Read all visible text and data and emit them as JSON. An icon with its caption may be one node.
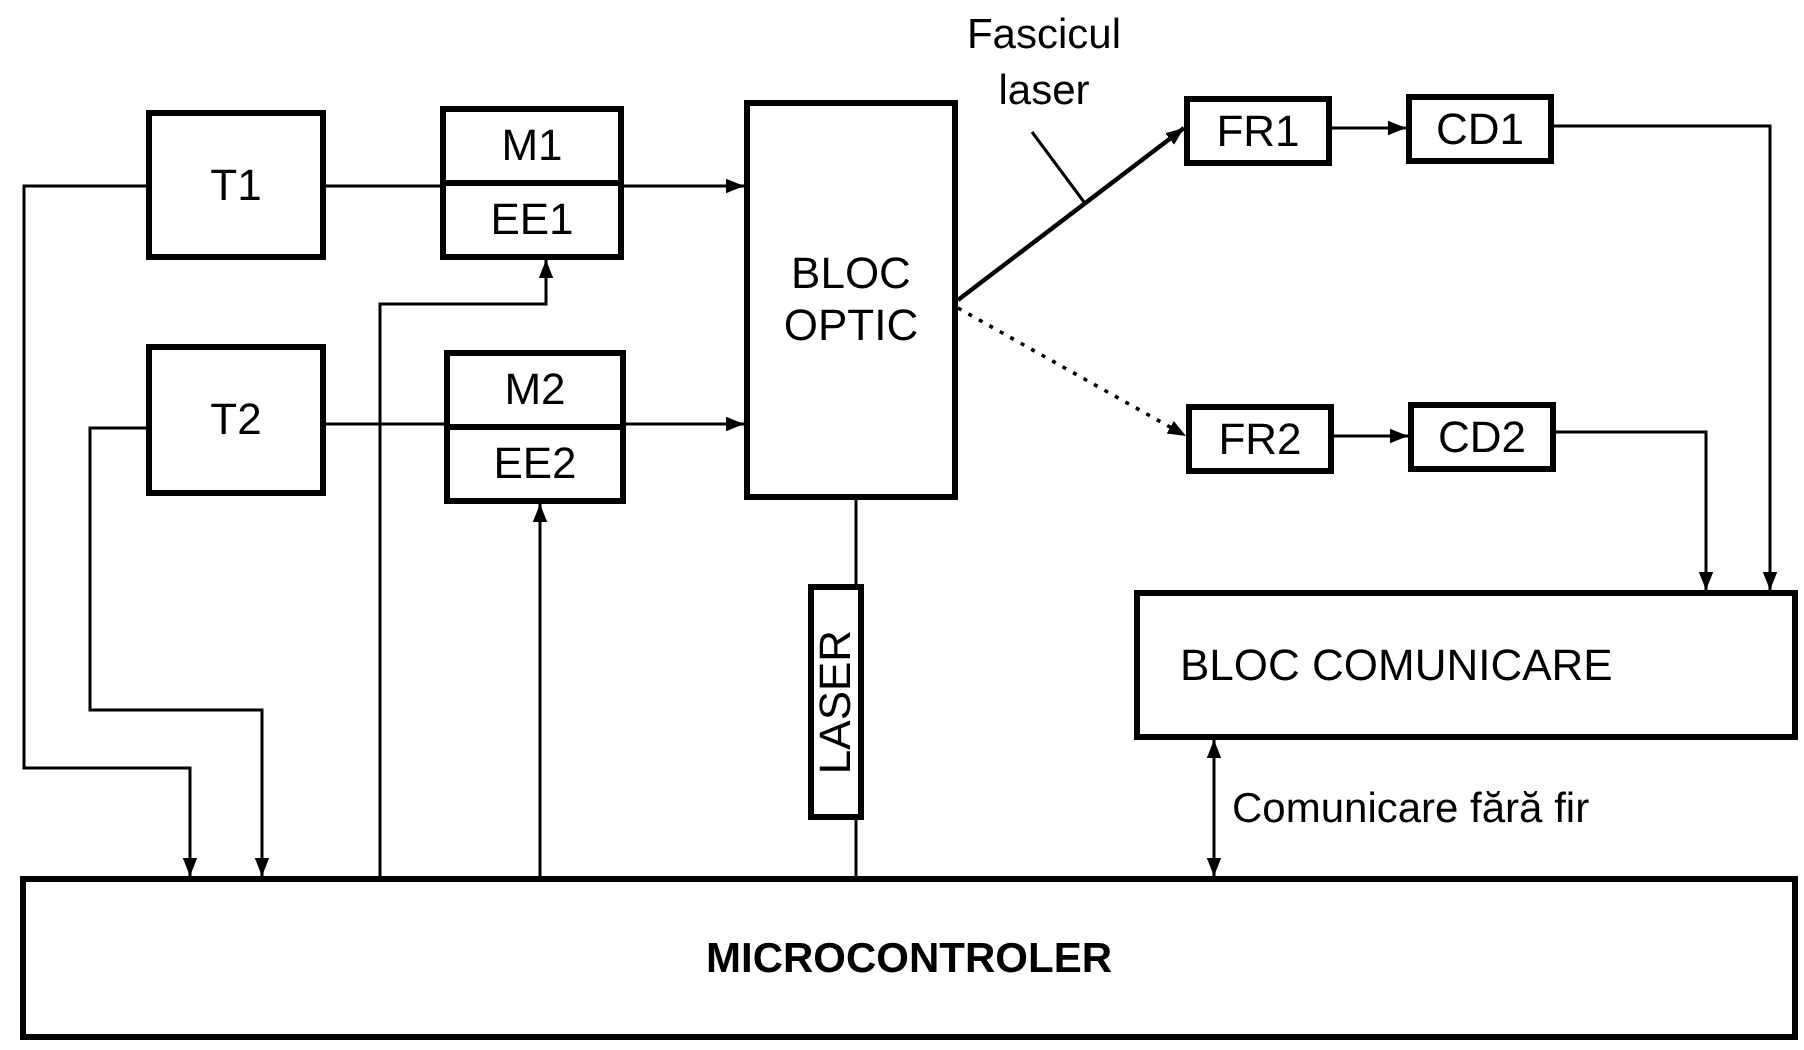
{
  "diagram": {
    "nodes": [
      {
        "text": [
          "T1"
        ]
      },
      {
        "text": [
          "M1",
          "EE1"
        ]
      },
      {
        "text": [
          "BLOC OPTIC"
        ]
      },
      {
        "text": [
          "Fascicul laser"
        ]
      },
      {
        "text": [
          "FR1"
        ]
      },
      {
        "text": [
          "CD1"
        ]
      },
      {
        "text": [
          "T2"
        ]
      },
      {
        "text": [
          "M2",
          "EE2"
        ]
      },
      {
        "text": [
          "FR2"
        ]
      },
      {
        "text": [
          "CD2"
        ]
      },
      {
        "text": [
          "LASER"
        ]
      },
      {
        "text": [
          "BLOC COMUNICARE"
        ]
      },
      {
        "text": [
          "MICROCONTROLER"
        ]
      }
    ],
    "edges": [
      {
        "from": 0,
        "to": 1,
        "arrow": "none"
      },
      {
        "from": 1,
        "to": 2,
        "arrow": "to"
      },
      {
        "from": 6,
        "to": 7,
        "arrow": "none"
      },
      {
        "from": 7,
        "to": 2,
        "arrow": "to"
      },
      {
        "from": 2,
        "to": 4,
        "arrow": "to"
      },
      {
        "from": 2,
        "to": 8,
        "arrow": "to",
        "style": "dashed"
      },
      {
        "from": 3,
        "to": null,
        "arrow": "none"
      },
      {
        "from": 4,
        "to": 5,
        "arrow": "to"
      },
      {
        "from": 8,
        "to": 9,
        "arrow": "to"
      },
      {
        "from": 5,
        "to": 11,
        "arrow": "to"
      },
      {
        "from": 9,
        "to": 11,
        "arrow": "to"
      },
      {
        "from": 2,
        "to": 10,
        "arrow": "none"
      },
      {
        "from": 10,
        "to": 12,
        "arrow": "none"
      },
      {
        "from": 0,
        "to": 12,
        "arrow": "to"
      },
      {
        "from": 6,
        "to": 12,
        "arrow": "to"
      },
      {
        "from": 12,
        "to": 1,
        "arrow": "to"
      },
      {
        "from": 12,
        "to": 7,
        "arrow": "to"
      },
      {
        "from": 11,
        "to": 12,
        "arrow": "both",
        "label": "Comunicare fără fir"
      }
    ]
  }
}
